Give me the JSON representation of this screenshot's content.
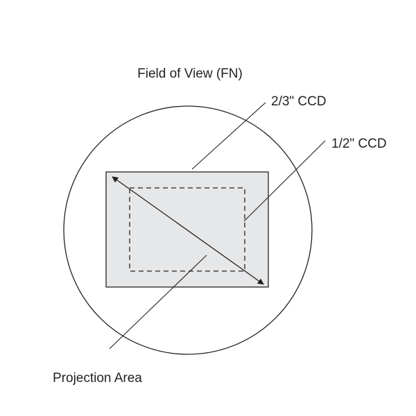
{
  "diagram": {
    "labels": {
      "field_of_view": "Field of View (FN)",
      "ccd_two_thirds": "2/3\" CCD",
      "ccd_half": "1/2\" CCD",
      "projection_area": "Projection Area"
    },
    "colors": {
      "stroke": "#231f20",
      "projection_fill": "#e6e7e8",
      "background": "#ffffff"
    }
  }
}
